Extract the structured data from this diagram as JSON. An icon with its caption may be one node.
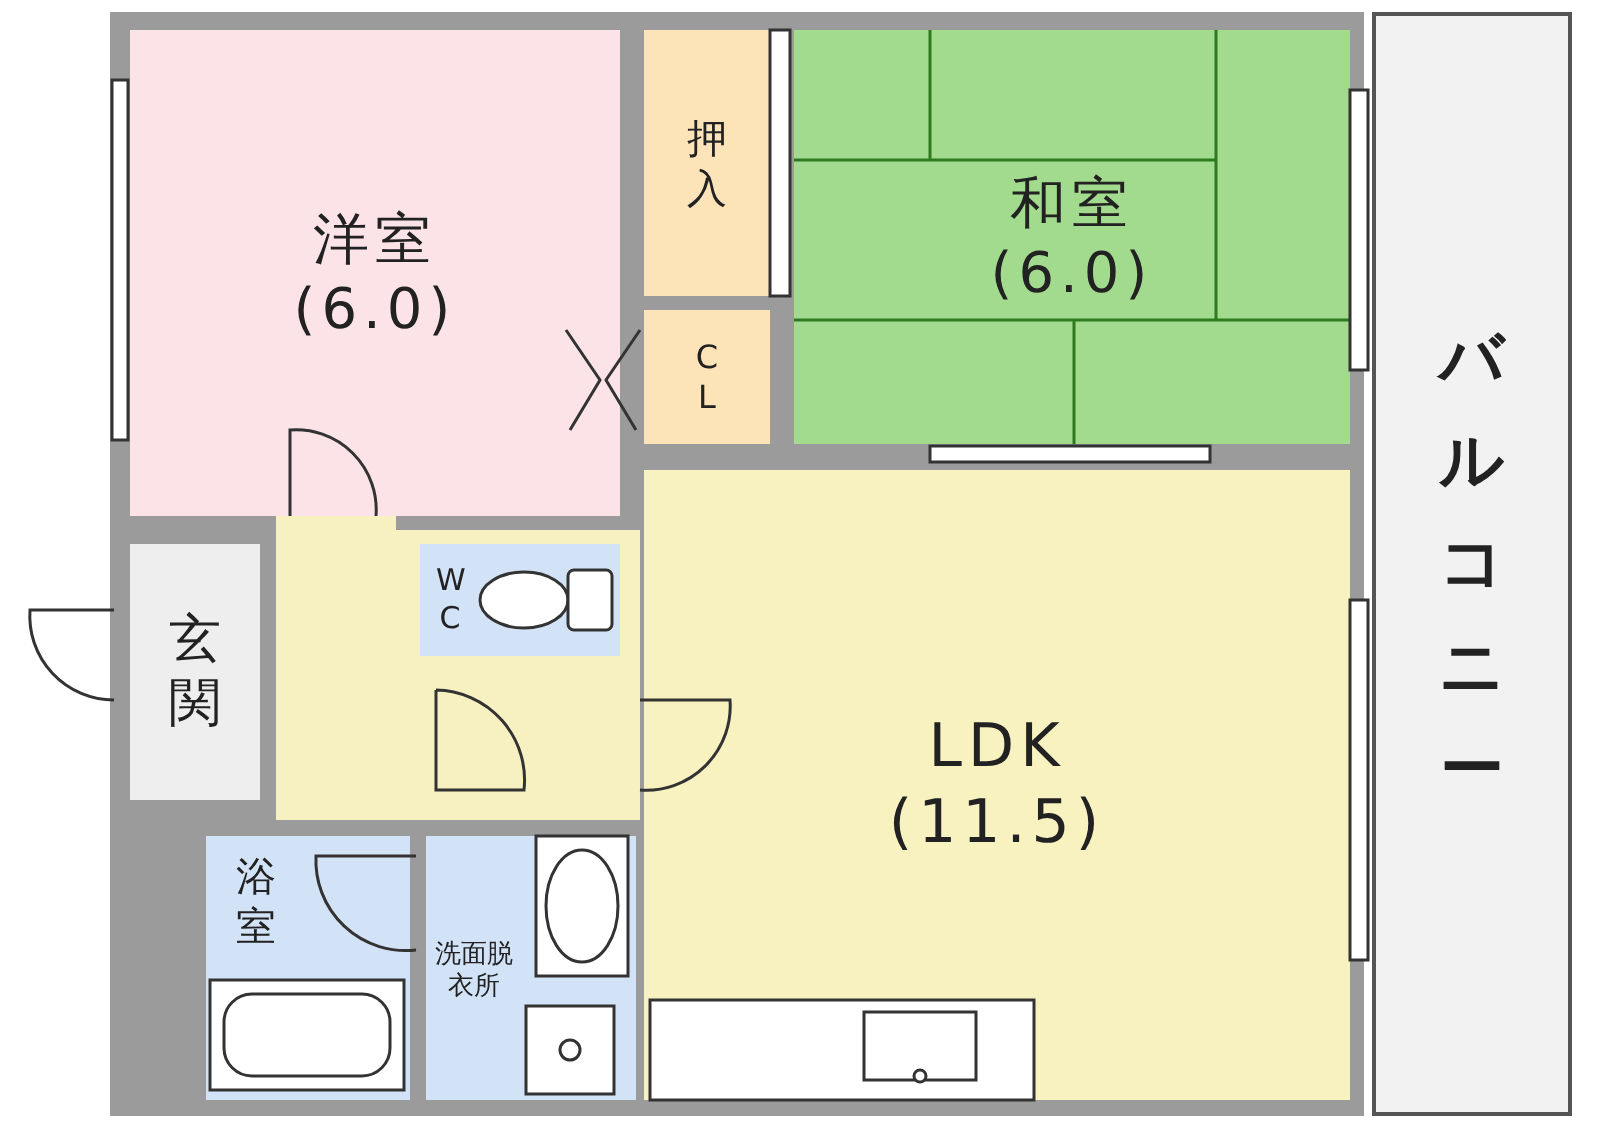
{
  "diagram": {
    "nodes": [
      {
        "text": [
          "洋室",
          "(6.0)"
        ]
      },
      {
        "text": [
          "押入"
        ]
      },
      {
        "text": [
          "和室",
          "(6.0)"
        ]
      },
      {
        "text": [
          "C L"
        ]
      },
      {
        "text": [
          "バルコニー"
        ]
      },
      {
        "text": [
          "玄関"
        ]
      },
      {
        "text": [
          "W C"
        ]
      },
      {
        "text": [
          "LDK",
          "(11.5)"
        ]
      },
      {
        "text": [
          "浴室"
        ]
      },
      {
        "text": [
          "洗面脱衣所"
        ]
      }
    ]
  }
}
